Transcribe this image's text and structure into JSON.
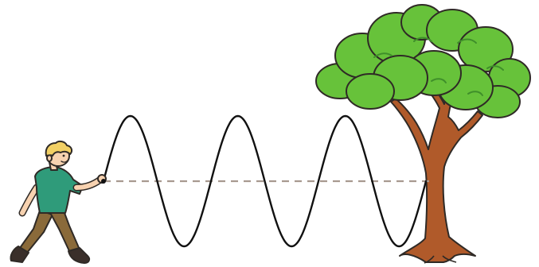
{
  "illustration": {
    "subject": "standing-wave-on-rope",
    "wave": {
      "crests": 3,
      "troughs": 3,
      "stroke_color": "#111111",
      "equilibrium_line_color": "#a89a90",
      "equilibrium_line_style": "dashed"
    },
    "boy": {
      "hair_color": "#f2d064",
      "skin_color": "#f7d2b0",
      "shirt_color": "#2f9b7a",
      "pants_color": "#8a6a3a",
      "shoe_color": "#3a2f2a"
    },
    "tree": {
      "foliage_color": "#67c23a",
      "foliage_dark_color": "#3f8f2a",
      "trunk_color": "#b05a2a",
      "outline_color": "#2f2a26"
    }
  }
}
